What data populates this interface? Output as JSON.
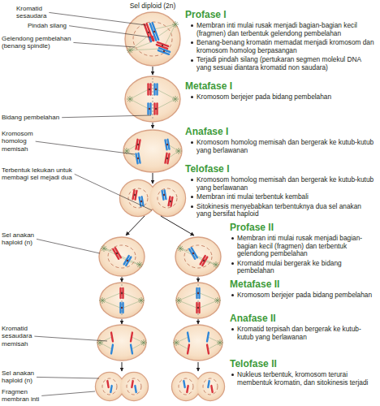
{
  "diagram": {
    "title": "Sel diploid (2n)",
    "labels": [
      "Kromatid sesaudara",
      "Pindah silang",
      "Gelendong pembelahan (benang spindle)",
      "Profase I",
      "Membran inti mulai rusak menjadi bagian-bagian kecil (fragmen) dan terbentuk gelendong pembelahan",
      "Benang-benang kromatin memadat menjadi kromosom dan kromosom homolog berpasangan",
      "Terjadi pindah silang (pertukaran segmen molekul DNA yang sesuai diantara kromatid non saudara)",
      "Metafase I",
      "Kromosom berjejer pada bidang pembelahan",
      "Bidang pembelahan",
      "Anafase I",
      "Kromosom homolog memisah dan bergerak ke kutub-kutub yang berlawanan",
      "Kromosom homolog memisah",
      "Telofase I",
      "Kromosom homolog memisah dan bergerak ke kutub-kutub yang berlawanan",
      "Membran inti mulai terbentuk kembali",
      "Sitokinesis menyebabkan terbentuknya dua sel anakan yang bersifat haploid",
      "Terbentuk lekukan untuk membagi sel mejadi dua",
      "Sel anakan haploid (n)",
      "Profase II",
      "Membran inti mulai rusak menjadi bagian-bagian kecil (fragmen) dan terbentuk gelendong pembelahan",
      "Kromatid mulai bergerak ke bidang pembelahan",
      "Metafase II",
      "Kromosom berjejer pada bidang pembelahan",
      "Kromatid sesaudara memisah",
      "Anafase II",
      "Kromatid terpisah dan bergerak ke kutub-kutub yang berlawanan",
      "Sel anakan haploid (n)",
      "Fragmen membran inti",
      "Telofase II",
      "Nukleus terbentuk, kromosom terurai membentuk kromatin, dan sitokinesis terjadi"
    ]
  }
}
